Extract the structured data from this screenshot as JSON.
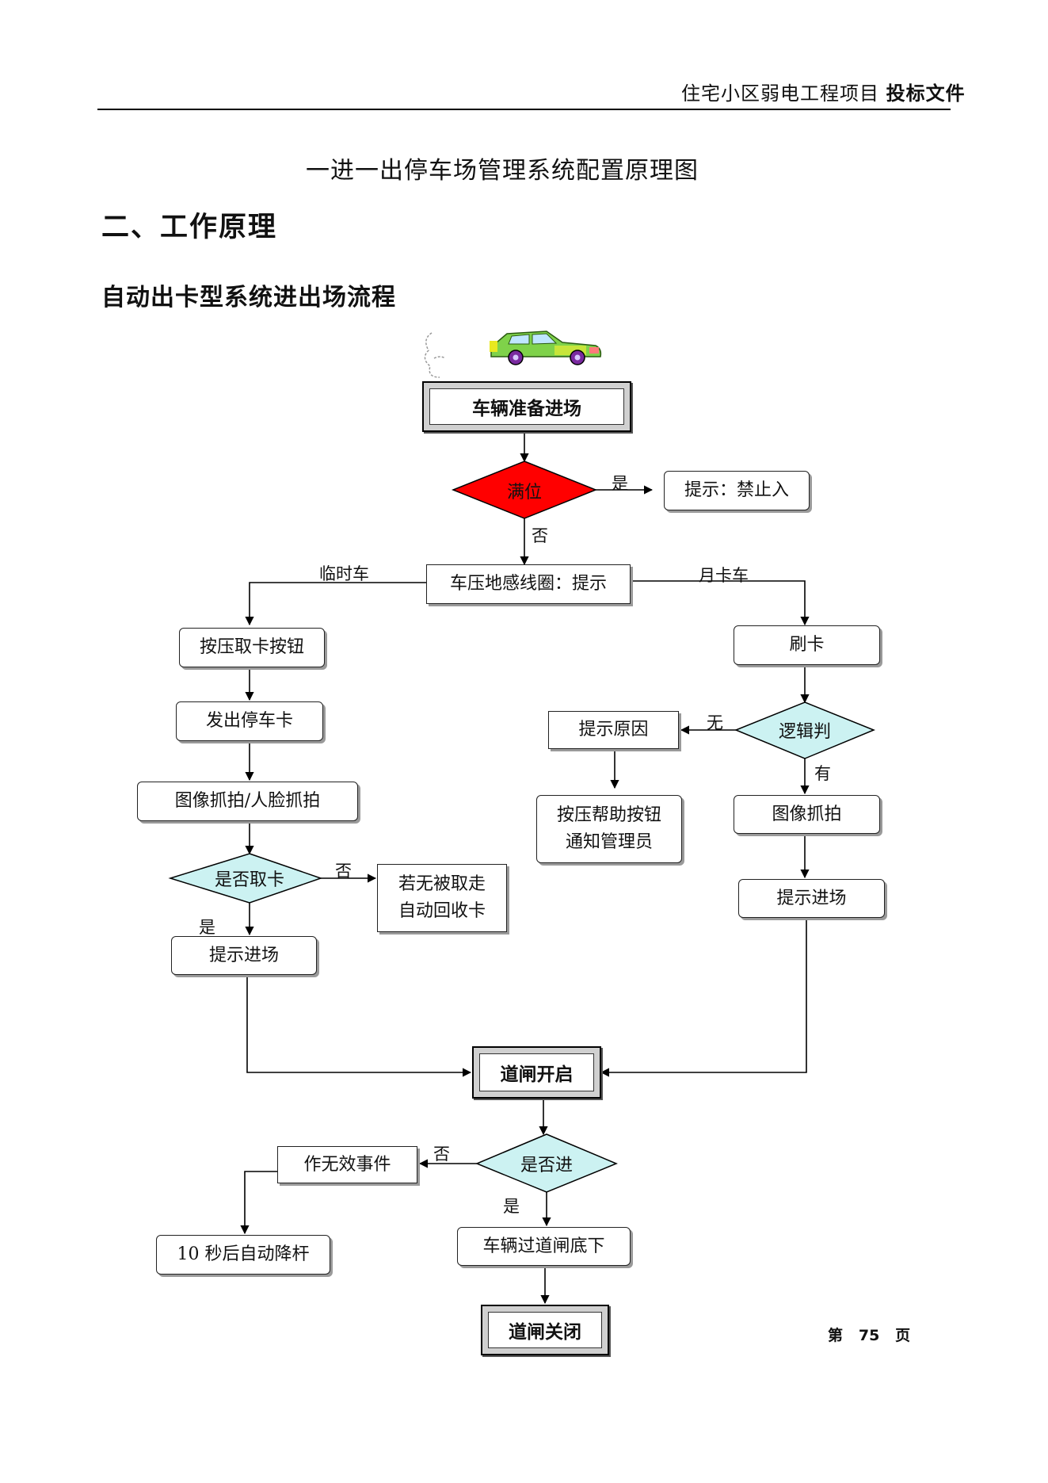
{
  "header": {
    "project_name": "住宅小区弱电工程项目",
    "doc_type": "投标文件"
  },
  "diagram_caption": "一进一出停车场管理系统配置原理图",
  "section_heading": "二、工作原理",
  "sub_heading": "自动出卡型系统进出场流程",
  "flowchart": {
    "nodes": {
      "prepare": "车辆准备进场",
      "full": "满位",
      "forbid": "提示：禁止入",
      "loop": "车压地感线圈：提示",
      "press_btn": "按压取卡按钮",
      "issue_card": "发出停车卡",
      "capture_face": "图像抓拍/人脸抓拍",
      "take_card": "是否取卡",
      "recycle": "若无被取走\n自动回收卡",
      "hint_enter_left": "提示进场",
      "swipe": "刷卡",
      "logic": "逻辑判",
      "reason": "提示原因",
      "help": "按压帮助按钮\n通知管理员",
      "capture": "图像抓拍",
      "hint_enter_right": "提示进场",
      "gate_open": "道闸开启",
      "entered": "是否进",
      "invalid": "作无效事件",
      "auto_down": "10 秒后自动降杆",
      "pass": "车辆过道闸底下",
      "gate_close": "道闸关闭"
    },
    "edge_labels": {
      "full_yes": "是",
      "full_no": "否",
      "temp_car": "临时车",
      "monthly_car": "月卡车",
      "logic_no": "无",
      "logic_yes": "有",
      "take_no": "否",
      "take_yes": "是",
      "enter_no": "否",
      "enter_yes": "是"
    },
    "colors": {
      "full_diamond": "#ff0000",
      "decision_diamond": "#ccf2f2"
    }
  },
  "page_number": "第   75   页"
}
